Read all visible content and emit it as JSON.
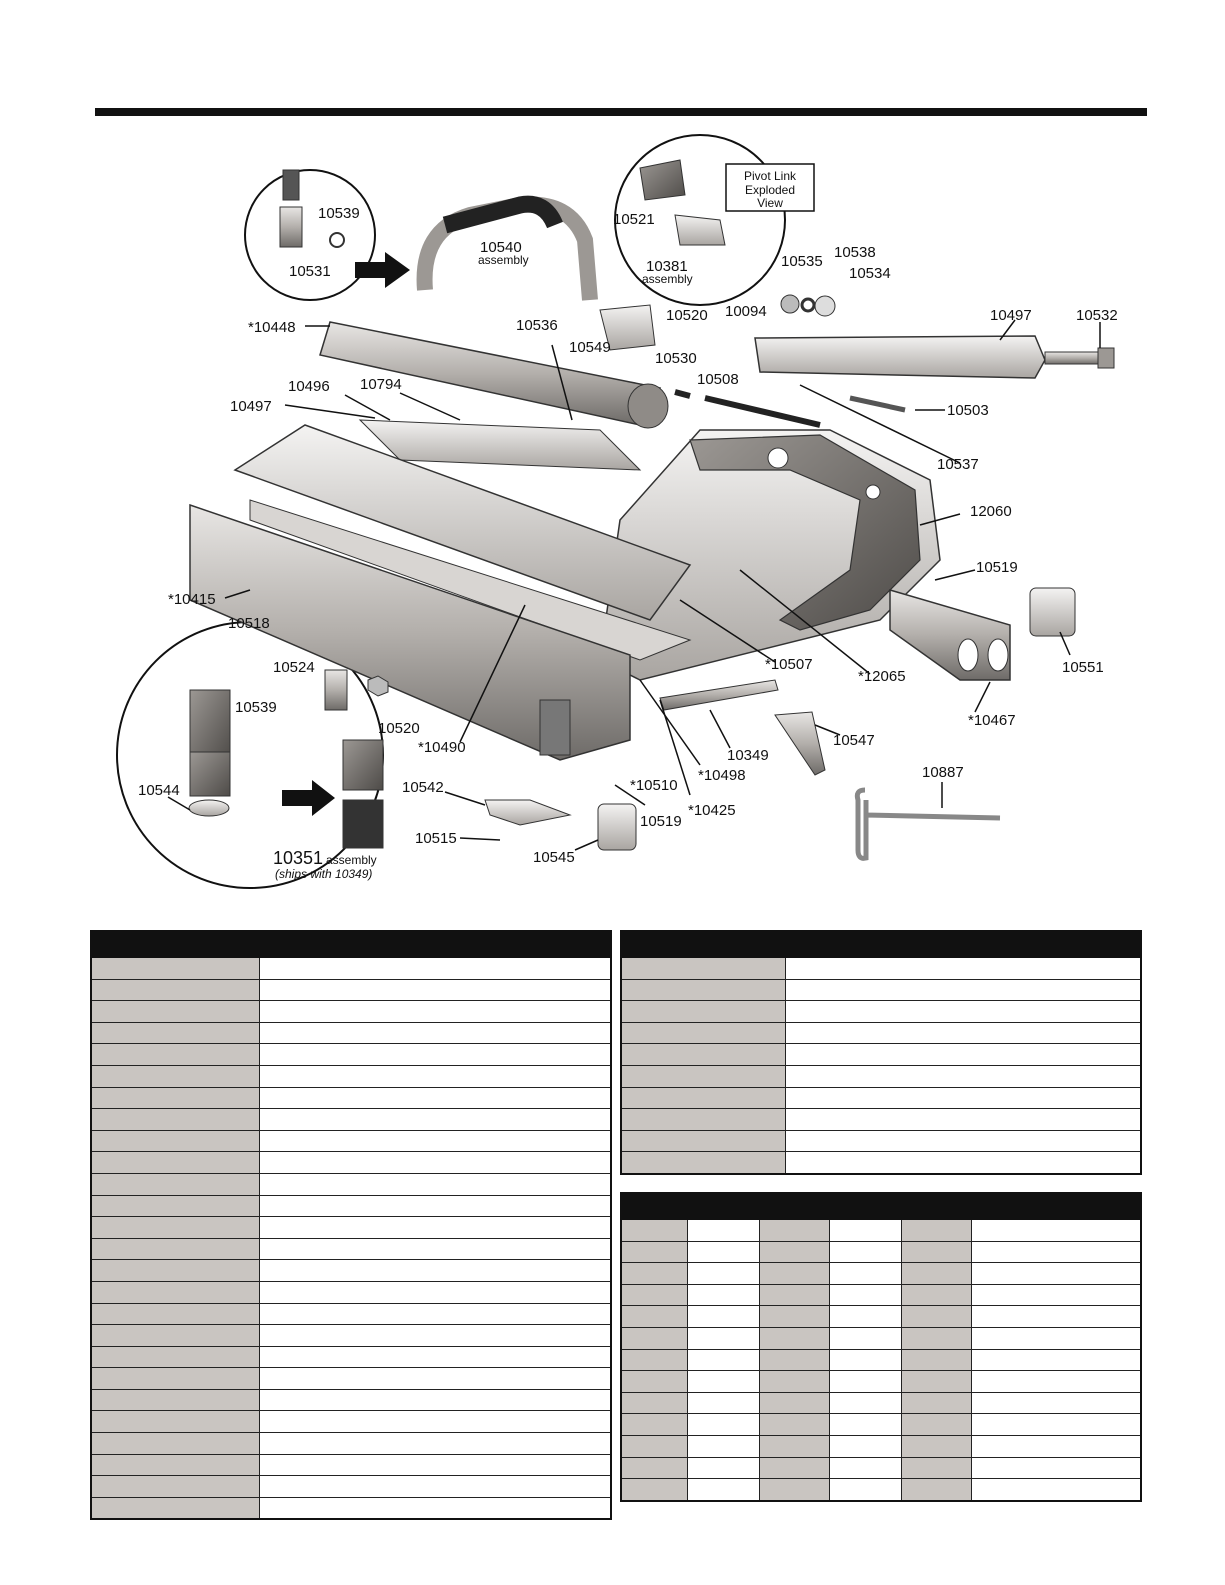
{
  "labels": {
    "l10539a": "10539",
    "l10531": "10531",
    "l10540": "10540",
    "l10540s": "assembly",
    "l10521": "10521",
    "l10381": "10381",
    "l10381s": "assembly",
    "pivot1": "Pivot Link",
    "pivot2": "Exploded",
    "pivot3": "View",
    "l10535": "10535",
    "l10538": "10538",
    "l10534": "10534",
    "l10448": "*10448",
    "l10536": "10536",
    "l10549": "10549",
    "l10520a": "10520",
    "l10094": "10094",
    "l10497a": "10497",
    "l10532": "10532",
    "l10530": "10530",
    "l10508": "10508",
    "l10503": "10503",
    "l10496": "10496",
    "l10794": "10794",
    "l10497b": "10497",
    "l10537": "10537",
    "l12060": "12060",
    "l10519a": "10519",
    "l10415": "*10415",
    "l10518": "10518",
    "l10551": "10551",
    "l10507": "*10507",
    "l12065": "*12065",
    "l10524": "10524",
    "l10467": "*10467",
    "l10539b": "10539",
    "l10520b": "10520",
    "l10490": "*10490",
    "l10349": "10349",
    "l10547": "10547",
    "l10544": "10544",
    "l10510": "*10510",
    "l10498": "*10498",
    "l10887": "10887",
    "l10542": "10542",
    "l10519b": "10519",
    "l10425": "*10425",
    "l10515": "10515",
    "l10545": "10545",
    "l10351": "10351",
    "l10351s": "assembly",
    "ships": "(ships with 10349)"
  },
  "tables": {
    "a_rows": 26,
    "b_rows": 10,
    "c_rows": 13
  },
  "colors": {
    "header": "#111111",
    "shade": "#c9c5c1",
    "part_fill": "#b9b5b1",
    "part_dark": "#6f6c69"
  }
}
